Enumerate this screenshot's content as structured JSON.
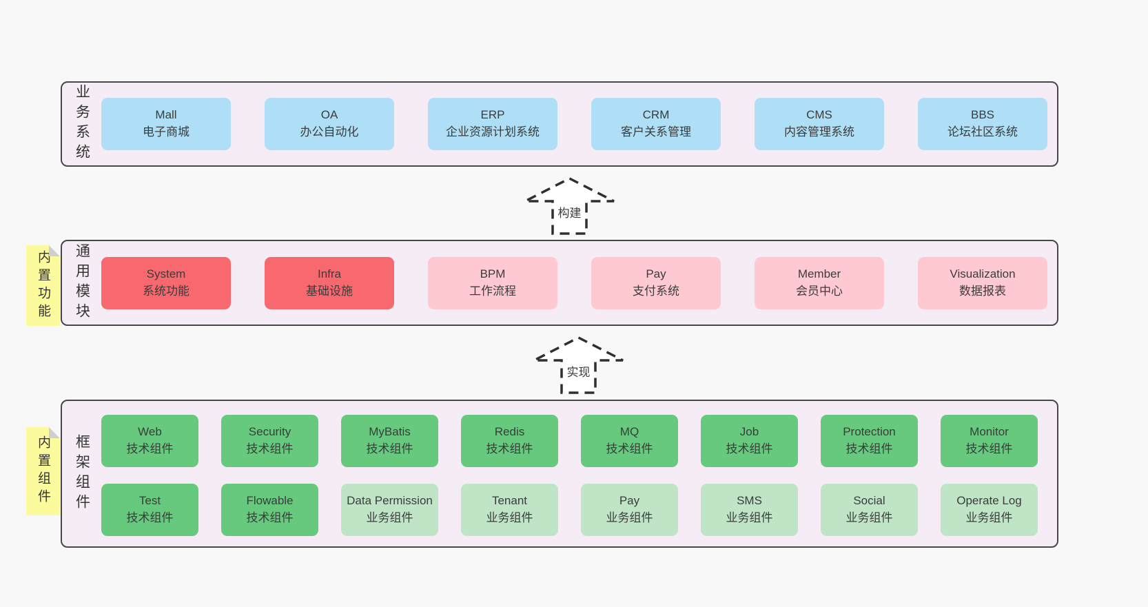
{
  "colors": {
    "page_bg": "#f8f8f8",
    "band_bg": "#f6ecf5",
    "band_border": "#474747",
    "blue_box": "#aedff7",
    "red_box": "#f7696f",
    "pink_box": "#ffc9d1",
    "green_box": "#66c97e",
    "light_green_box": "#bfe5c6",
    "sticky_bg": "#fbfa9c",
    "sticky_fold": "#cfcfcf",
    "text": "#3b3b3b"
  },
  "arrows": [
    {
      "label": "构建"
    },
    {
      "label": "实现"
    }
  ],
  "bands": [
    {
      "label": "业务系统",
      "boxes": [
        {
          "en": "Mall",
          "zh": "电子商城"
        },
        {
          "en": "OA",
          "zh": "办公自动化"
        },
        {
          "en": "ERP",
          "zh": "企业资源计划系统"
        },
        {
          "en": "CRM",
          "zh": "客户关系管理"
        },
        {
          "en": "CMS",
          "zh": "内容管理系统"
        },
        {
          "en": "BBS",
          "zh": "论坛社区系统"
        }
      ]
    },
    {
      "label": "通用模块",
      "sticky": "内置功能",
      "boxes": [
        {
          "en": "System",
          "zh": "系统功能"
        },
        {
          "en": "Infra",
          "zh": "基础设施"
        },
        {
          "en": "BPM",
          "zh": "工作流程"
        },
        {
          "en": "Pay",
          "zh": "支付系统"
        },
        {
          "en": "Member",
          "zh": "会员中心"
        },
        {
          "en": "Visualization",
          "zh": "数据报表"
        }
      ]
    },
    {
      "label": "框架组件",
      "sticky": "内置组件",
      "rows": [
        [
          {
            "en": "Web",
            "zh": "技术组件"
          },
          {
            "en": "Security",
            "zh": "技术组件"
          },
          {
            "en": "MyBatis",
            "zh": "技术组件"
          },
          {
            "en": "Redis",
            "zh": "技术组件"
          },
          {
            "en": "MQ",
            "zh": "技术组件"
          },
          {
            "en": "Job",
            "zh": "技术组件"
          },
          {
            "en": "Protection",
            "zh": "技术组件"
          },
          {
            "en": "Monitor",
            "zh": "技术组件"
          }
        ],
        [
          {
            "en": "Test",
            "zh": "技术组件"
          },
          {
            "en": "Flowable",
            "zh": "技术组件"
          },
          {
            "en": "Data Permission",
            "zh": "业务组件"
          },
          {
            "en": "Tenant",
            "zh": "业务组件"
          },
          {
            "en": "Pay",
            "zh": "业务组件"
          },
          {
            "en": "SMS",
            "zh": "业务组件"
          },
          {
            "en": "Social",
            "zh": "业务组件"
          },
          {
            "en": "Operate Log",
            "zh": "业务组件"
          }
        ]
      ]
    }
  ]
}
